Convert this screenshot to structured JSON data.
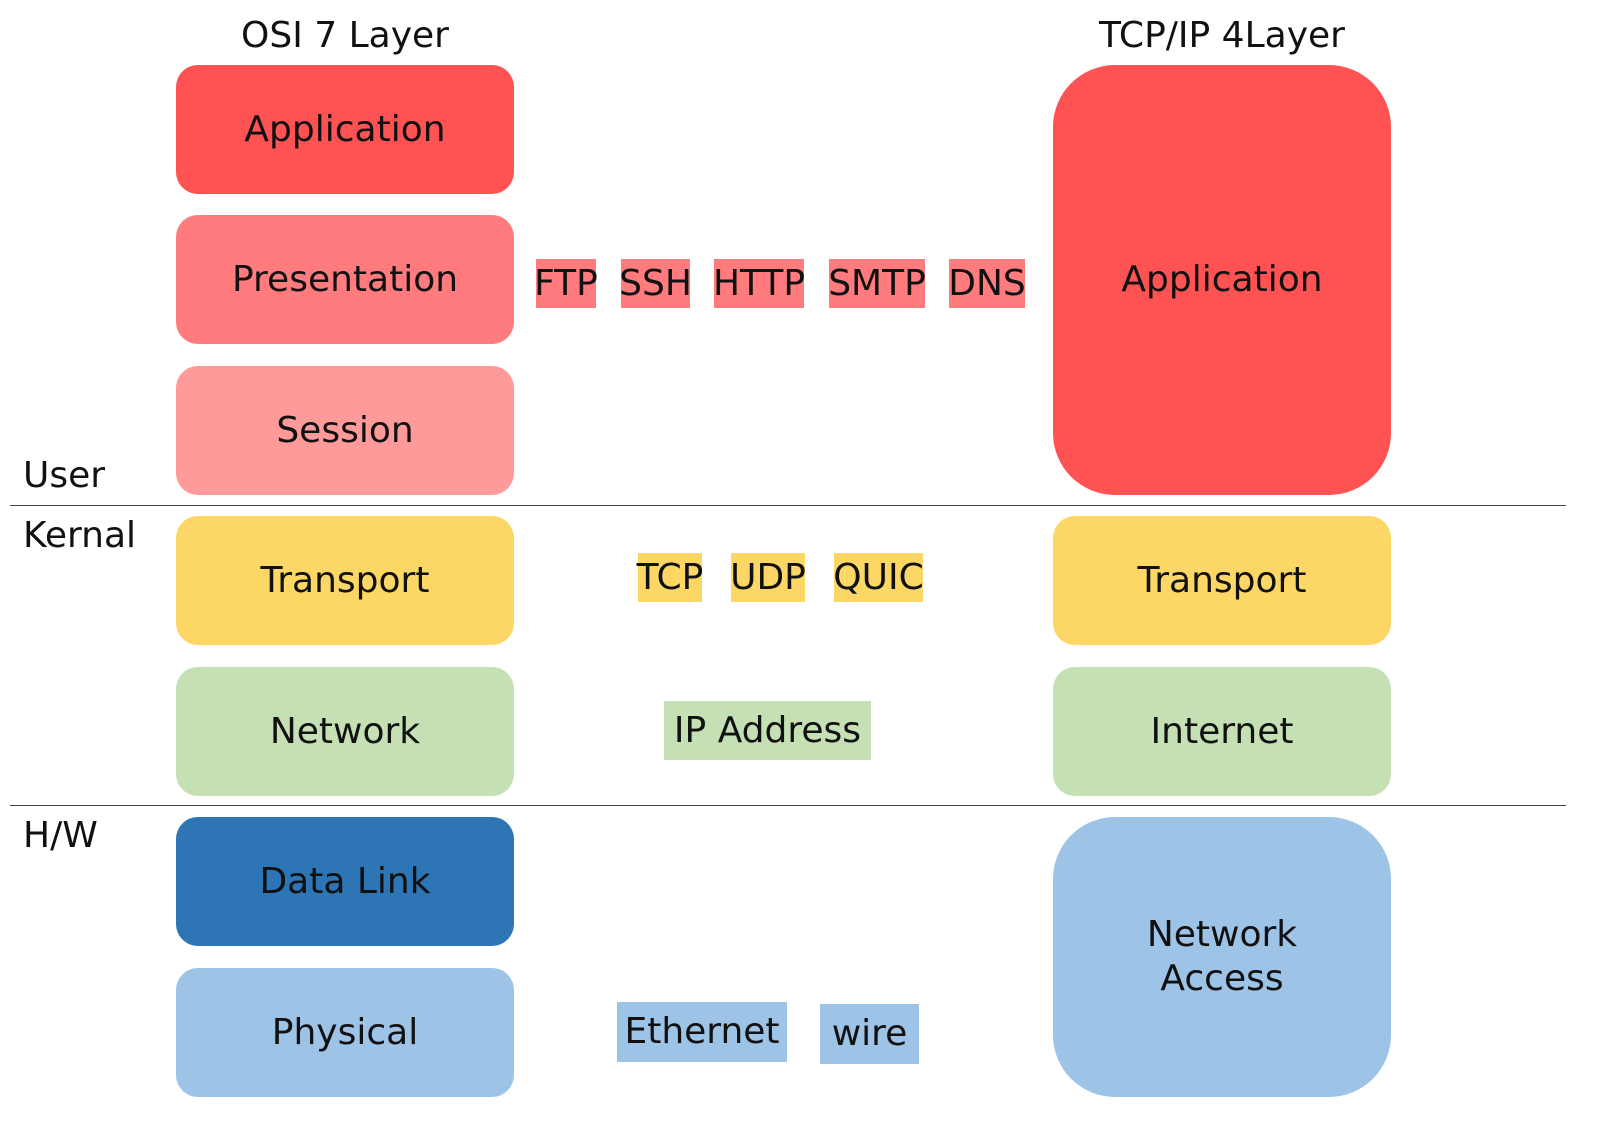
{
  "headings": {
    "osi": "OSI 7 Layer",
    "tcpip": "TCP/IP 4Layer"
  },
  "zones": {
    "user": "User",
    "kernel": "Kernal",
    "hw": "H/W"
  },
  "osi_layers": [
    {
      "name": "Application",
      "color": "#ff5252"
    },
    {
      "name": "Presentation",
      "color": "#ff7b7e"
    },
    {
      "name": "Session",
      "color": "#ff9a9a"
    },
    {
      "name": "Transport",
      "color": "#fcd766"
    },
    {
      "name": "Network",
      "color": "#c5e0b4"
    },
    {
      "name": "Data Link",
      "color": "#2e75b6"
    },
    {
      "name": "Physical",
      "color": "#9dc3e6"
    }
  ],
  "tcpip_layers": [
    {
      "name": "Application",
      "color": "#ff5252"
    },
    {
      "name": "Transport",
      "color": "#fcd766"
    },
    {
      "name": "Internet",
      "color": "#c5e0b4"
    },
    {
      "name": "Network\nAccess",
      "color": "#9dc3e6"
    }
  ],
  "protocols": {
    "application": [
      "FTP",
      "SSH",
      "HTTP",
      "SMTP",
      "DNS"
    ],
    "transport": [
      "TCP",
      "UDP",
      "QUIC"
    ],
    "network": [
      "IP Address"
    ],
    "physical": [
      "Ethernet",
      "wire"
    ]
  }
}
